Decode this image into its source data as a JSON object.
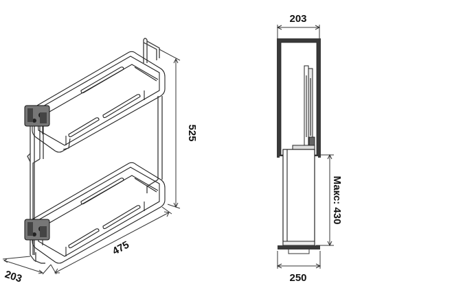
{
  "iso_view": {
    "width_label": "203",
    "height_label": "525",
    "depth_label": "475"
  },
  "side_view": {
    "top_width_label": "203",
    "extension_label": "Макс: 430",
    "base_width_label": "250"
  },
  "colors": {
    "line": "#222222",
    "cabinet": "#3a3a3a",
    "background": "#ffffff"
  }
}
